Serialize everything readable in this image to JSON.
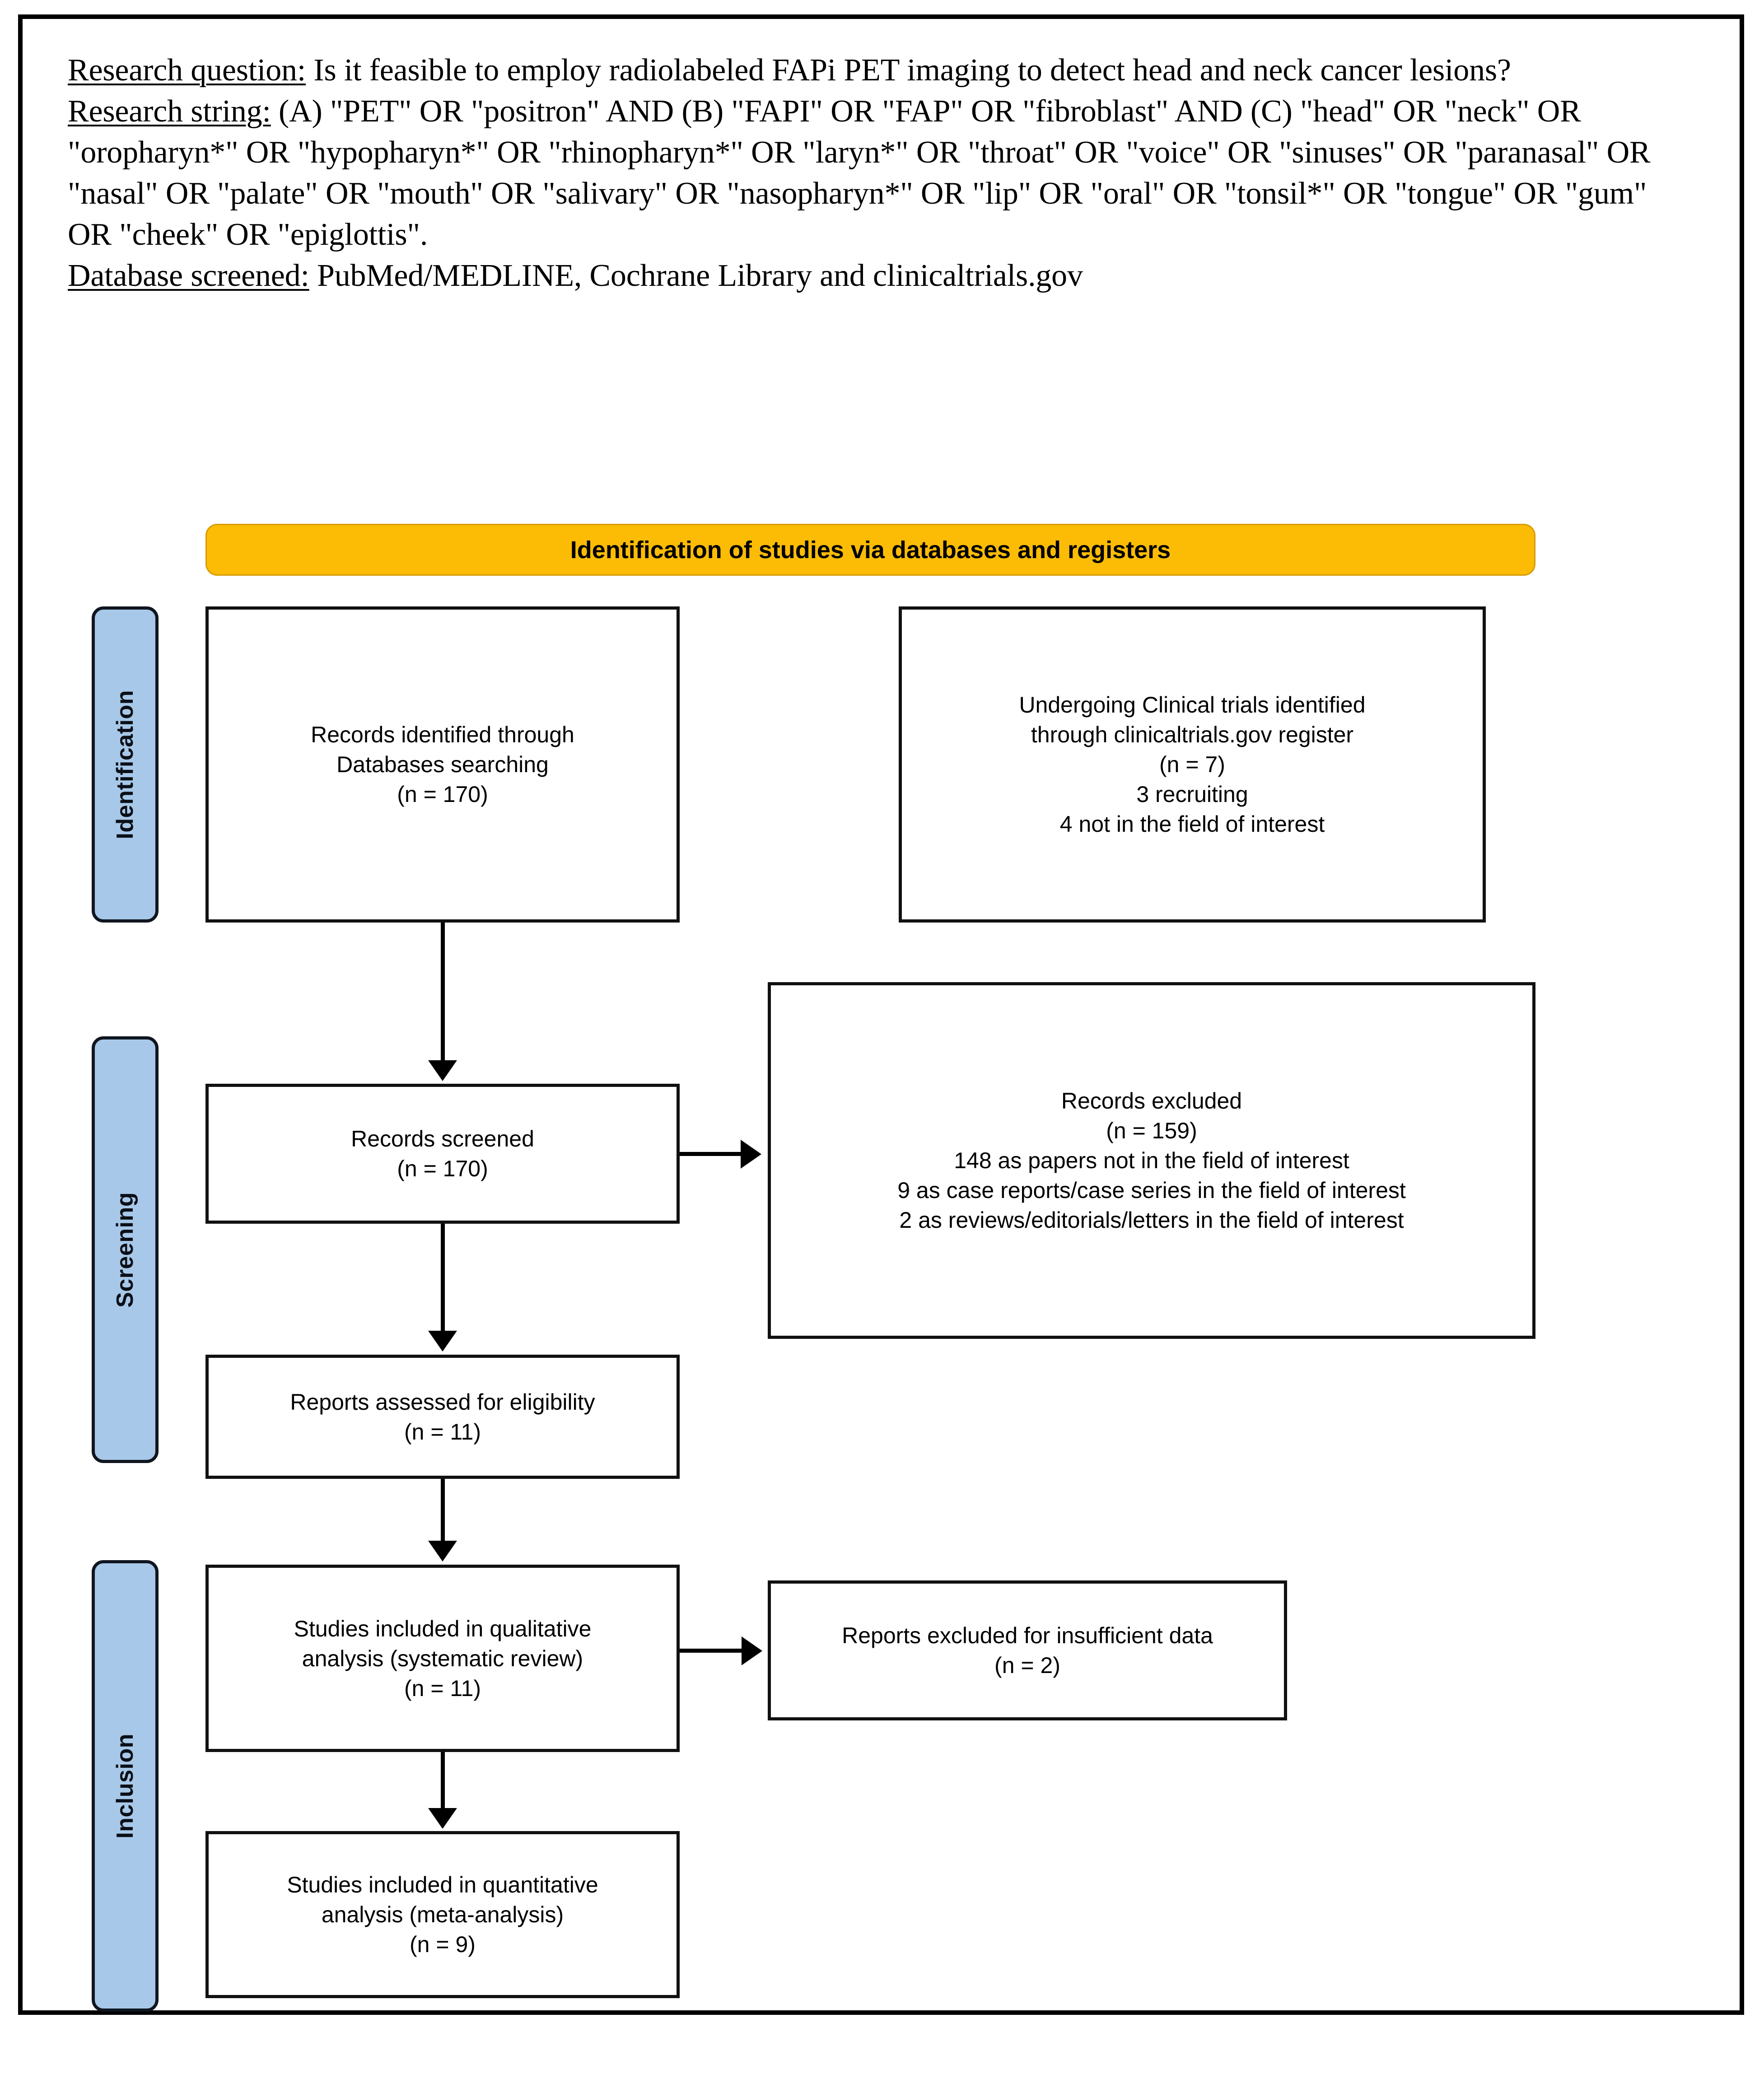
{
  "intro": {
    "research_question_label": "Research question:",
    "research_question_text": " Is it feasible to employ radiolabeled FAPi PET imaging to detect head and neck cancer lesions?",
    "research_string_label": "Research string:",
    "research_string_text": " (A) \"PET\" OR \"positron\" AND (B) \"FAPI\" OR \"FAP\" OR \"fibroblast\" AND (C) \"head\" OR \"neck\" OR \"oropharyn*\" OR \"hypopharyn*\" OR \"rhinopharyn*\" OR \"laryn*\" OR \"throat\" OR \"voice\" OR \"sinuses\" OR \"paranasal\" OR \"nasal\" OR \"palate\" OR \"mouth\" OR \"salivary\" OR \"nasopharyn*\" OR \"lip\" OR \"oral\" OR \"tonsil*\" OR \"tongue\" OR \"gum\" OR \"cheek\" OR \"epiglottis\".",
    "database_screened_label": "Database screened:",
    "database_screened_text": " PubMed/MEDLINE, Cochrane Library and clinicaltrials.gov"
  },
  "flow": {
    "banner": "Identification of studies via databases and registers",
    "stages": [
      {
        "key": "identification",
        "label": "Identification"
      },
      {
        "key": "screening",
        "label": "Screening"
      },
      {
        "key": "inclusion",
        "label": "Inclusion"
      }
    ],
    "boxes": {
      "identified": "Records identified through\nDatabases searching\n(n = 170)",
      "registers": "Undergoing Clinical trials identified\nthrough clinicaltrials.gov register\n(n = 7)\n3 recruiting\n4 not in the field of interest",
      "screened": "Records screened\n(n = 170)",
      "excluded": "Records excluded\n(n = 159)\n148 as papers not in the field of interest\n9 as case reports/case series in the field of interest\n2 as reviews/editorials/letters in the field of interest",
      "eligibility": "Reports assessed for eligibility\n(n = 11)",
      "qualitative": "Studies included in qualitative\nanalysis (systematic review)\n(n = 11)",
      "insufficient": "Reports excluded for insufficient data\n(n = 2)",
      "quantitative": "Studies included in quantitative\nanalysis (meta-analysis)\n(n = 9)"
    },
    "counts": {
      "records_identified": 170,
      "clinical_trials": 7,
      "recruiting": 3,
      "not_in_field": 4,
      "records_screened": 170,
      "records_excluded": 159,
      "excluded_papers_not_in_field": 148,
      "excluded_case_reports": 9,
      "excluded_reviews": 2,
      "reports_assessed": 11,
      "qualitative_included": 11,
      "reports_excluded_insufficient": 2,
      "quantitative_included": 9
    },
    "colors": {
      "banner_fill": "#FCBC05",
      "banner_border": "#D79B00",
      "stage_fill": "#A7C8E8",
      "stage_border": "#10151F",
      "box_border": "#111111",
      "connector": "#000000"
    }
  }
}
